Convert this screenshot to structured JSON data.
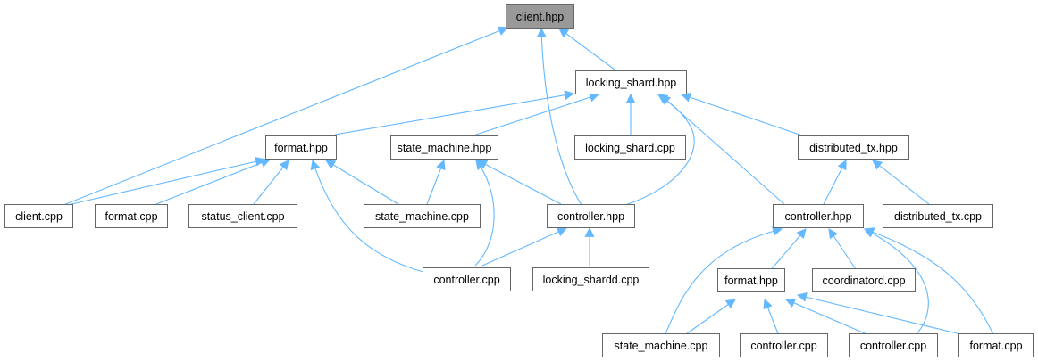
{
  "colors": {
    "edge": "#63b8ff",
    "border": "#666666",
    "root_fill": "#999999",
    "node_fill": "#ffffff"
  },
  "nodes": {
    "n_client_hpp": "client.hpp",
    "n_locking_shard_hpp": "locking_shard.hpp",
    "n_format_hpp_1": "format.hpp",
    "n_state_machine_hpp": "state_machine.hpp",
    "n_locking_shard_cpp": "locking_shard.cpp",
    "n_distributed_tx_hpp": "distributed_tx.hpp",
    "n_client_cpp": "client.cpp",
    "n_format_cpp_1": "format.cpp",
    "n_status_client_cpp": "status_client.cpp",
    "n_state_machine_cpp_1": "state_machine.cpp",
    "n_controller_hpp_1": "controller.hpp",
    "n_controller_hpp_2": "controller.hpp",
    "n_distributed_tx_cpp": "distributed_tx.cpp",
    "n_controller_cpp_1": "controller.cpp",
    "n_locking_shardd_cpp": "locking_shardd.cpp",
    "n_format_hpp_2": "format.hpp",
    "n_coordinatord_cpp": "coordinatord.cpp",
    "n_state_machine_cpp_2": "state_machine.cpp",
    "n_controller_cpp_2": "controller.cpp",
    "n_controller_cpp_3": "controller.cpp",
    "n_format_cpp_2": "format.cpp"
  }
}
